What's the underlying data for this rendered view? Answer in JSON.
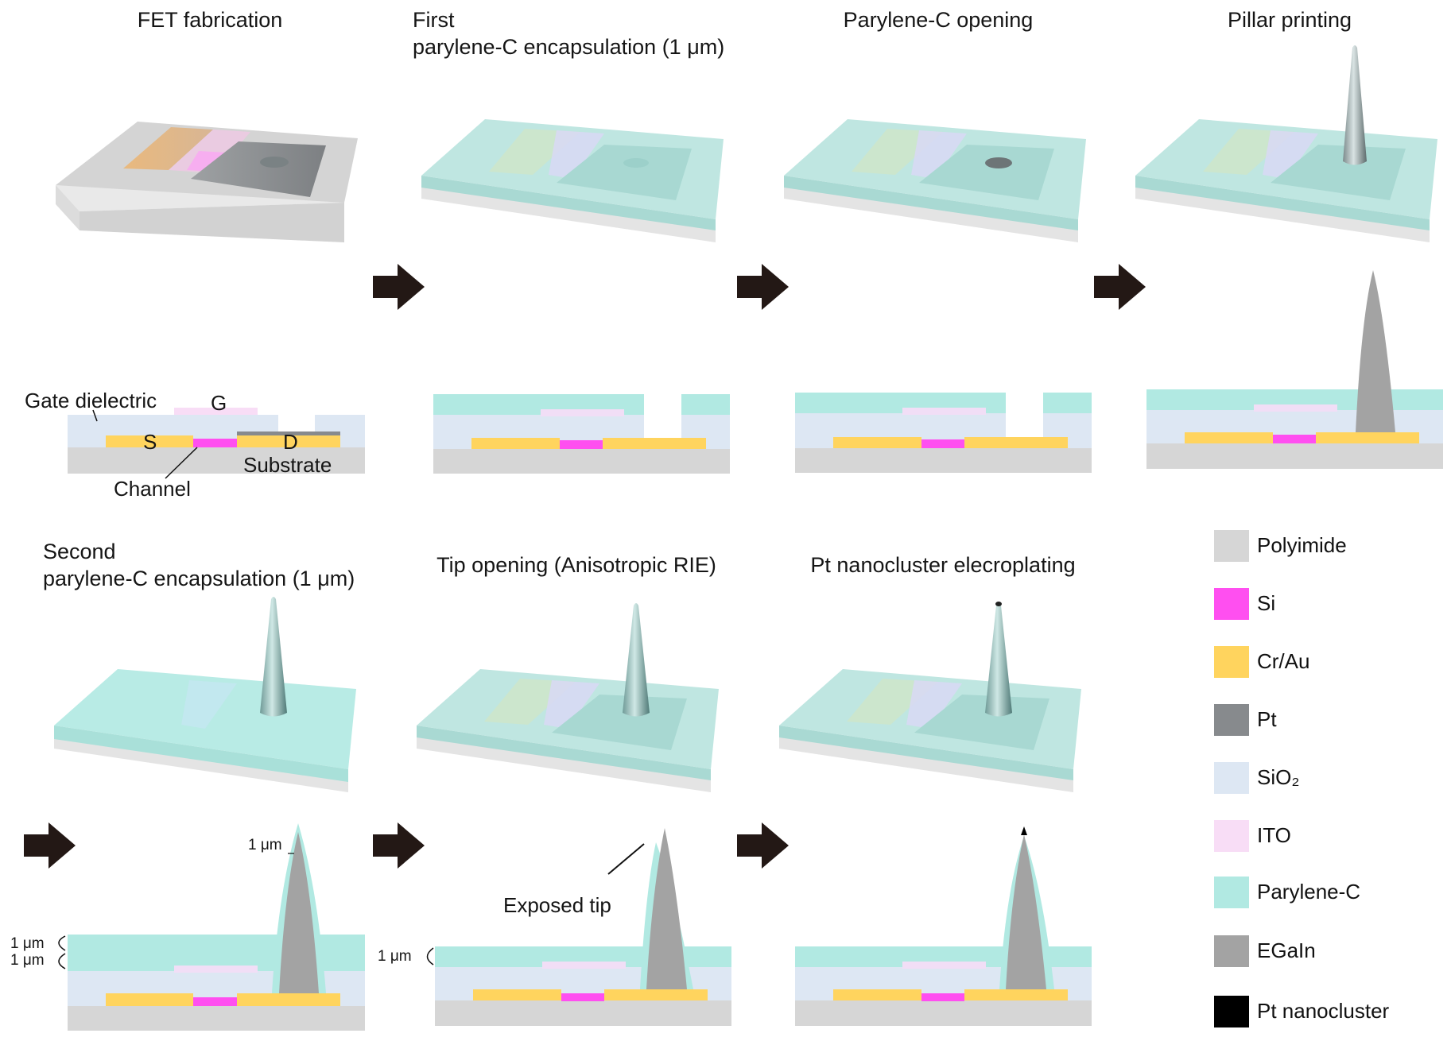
{
  "figure": {
    "steps": [
      {
        "id": "fet-fabrication",
        "title_lines": [
          "FET fabrication"
        ]
      },
      {
        "id": "first-encapsulation",
        "title_lines": [
          "First",
          "parylene-C encapsulation (1 μm)"
        ]
      },
      {
        "id": "parylene-opening",
        "title_lines": [
          "Parylene-C opening"
        ]
      },
      {
        "id": "pillar-printing",
        "title_lines": [
          "Pillar printing"
        ]
      },
      {
        "id": "second-encapsulation",
        "title_lines": [
          "Second",
          "parylene-C encapsulation (1 μm)"
        ]
      },
      {
        "id": "tip-opening",
        "title_lines": [
          "Tip opening (Anisotropic RIE)"
        ]
      },
      {
        "id": "pt-electroplating",
        "title_lines": [
          "Pt nanocluster elecroplating"
        ]
      }
    ],
    "annotations": {
      "gate_dielectric": "Gate dielectric",
      "gate": "G",
      "source": "S",
      "drain": "D",
      "substrate": "Substrate",
      "channel": "Channel",
      "tip_thickness": "1 μm",
      "layer_thickness_top": "1 μm",
      "layer_thickness_bottom": "1 μm",
      "tip_opening_thickness": "1 μm",
      "exposed_tip": "Exposed tip"
    }
  },
  "legend": {
    "items": [
      {
        "label": "Polyimide",
        "color": "#d6d6d6"
      },
      {
        "label": "Si",
        "color": "#ff4ff0"
      },
      {
        "label": "Cr/Au",
        "color": "#ffd45e"
      },
      {
        "label": "Pt",
        "color": "#878a8d"
      },
      {
        "label": "SiO₂",
        "color": "#dde7f3"
      },
      {
        "label": "ITO",
        "color": "#f8ddf6"
      },
      {
        "label": "Parylene-C",
        "color": "#b1e9e2"
      },
      {
        "label": "EGaIn",
        "color": "#a3a3a3"
      },
      {
        "label": "Pt nanocluster",
        "color": "#000000"
      }
    ]
  },
  "colors": {
    "arrow": "#231815",
    "parylene_3d": "#bfe6e1",
    "parylene_3d_side": "#a9d9d3",
    "polyimide_side": "#e4e4e4",
    "pillar": "#8a9a9b"
  }
}
